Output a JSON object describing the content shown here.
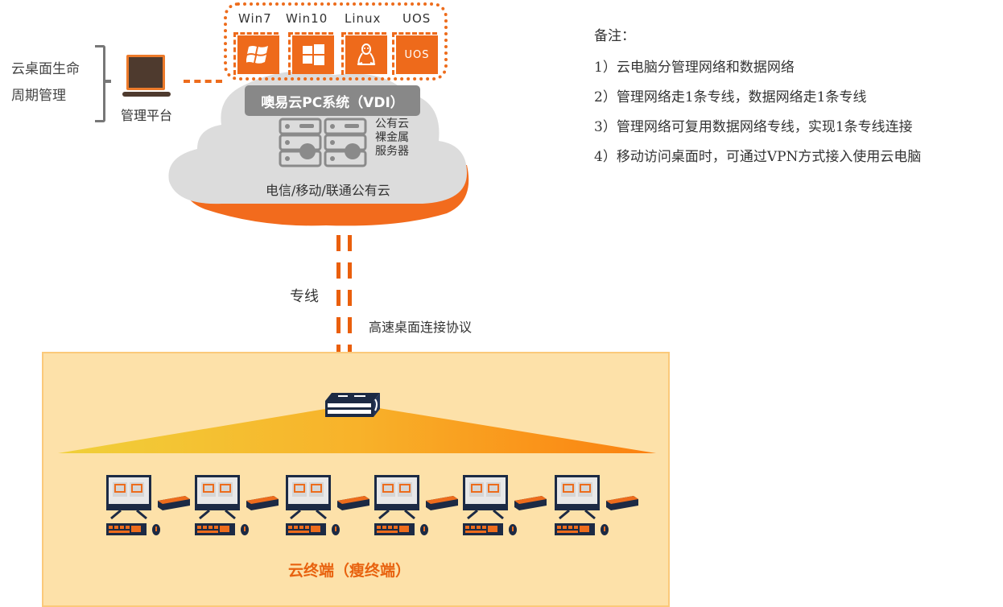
{
  "lifecycle": {
    "lines": [
      "云桌面生命",
      "周期管理"
    ]
  },
  "management": {
    "label": "管理平台",
    "icon": "laptop-icon"
  },
  "os_options": [
    {
      "label": "Win7",
      "icon": "windows7-logo-icon"
    },
    {
      "label": "Win10",
      "icon": "windows10-logo-icon"
    },
    {
      "label": "Linux",
      "icon": "linux-penguin-icon"
    },
    {
      "label": "UOS",
      "icon": "uos-logo-icon",
      "logo_text": "UOS"
    }
  ],
  "cloud": {
    "system_label": "噢易云PC系统（VDI）",
    "server_label": [
      "公有云",
      "裸金属",
      "服务器"
    ],
    "caption": "电信/移动/联通公有云",
    "colors": {
      "body": "#dcdcdc",
      "base": "#f26b1d"
    }
  },
  "link": {
    "label": "专线",
    "protocol_label": "高速桌面连接协议"
  },
  "notes": {
    "title": "备注：",
    "items": [
      "1）云电脑分管理网络和数据网络",
      "2）管理网络走1条专线，数据网络走1条专线",
      "3）管理网络可复用数据网络专线，实现1条专线连接",
      "4）移动访问桌面时，可通过VPN方式接入使用云电脑"
    ]
  },
  "terminals": {
    "caption": "云终端（瘦终端）",
    "switch_icon": "network-switch-icon",
    "count": 6,
    "colors": {
      "area": "#fde1a9",
      "accent": "#ed6c1c",
      "dark": "#1c2a44"
    }
  }
}
